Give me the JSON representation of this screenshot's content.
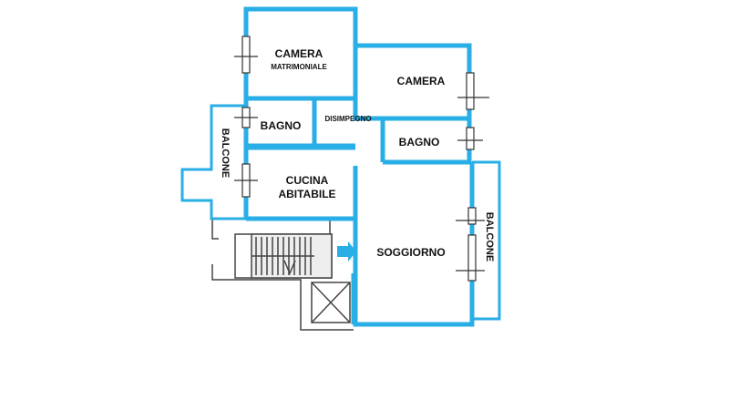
{
  "rooms": {
    "camera_matrimoniale_1": "CAMERA",
    "camera_matrimoniale_2": "MATRIMONIALE",
    "camera": "CAMERA",
    "bagno_1": "BAGNO",
    "disimpegno": "DISIMPEGNO",
    "bagno_2": "BAGNO",
    "cucina_1": "CUCINA",
    "cucina_2": "ABITABILE",
    "soggiorno": "SOGGIORNO",
    "balcone_left": "BALCONE",
    "balcone_right": "BALCONE"
  },
  "colors": {
    "wall": "#29aee6",
    "line": "#222222",
    "background": "#ffffff"
  }
}
